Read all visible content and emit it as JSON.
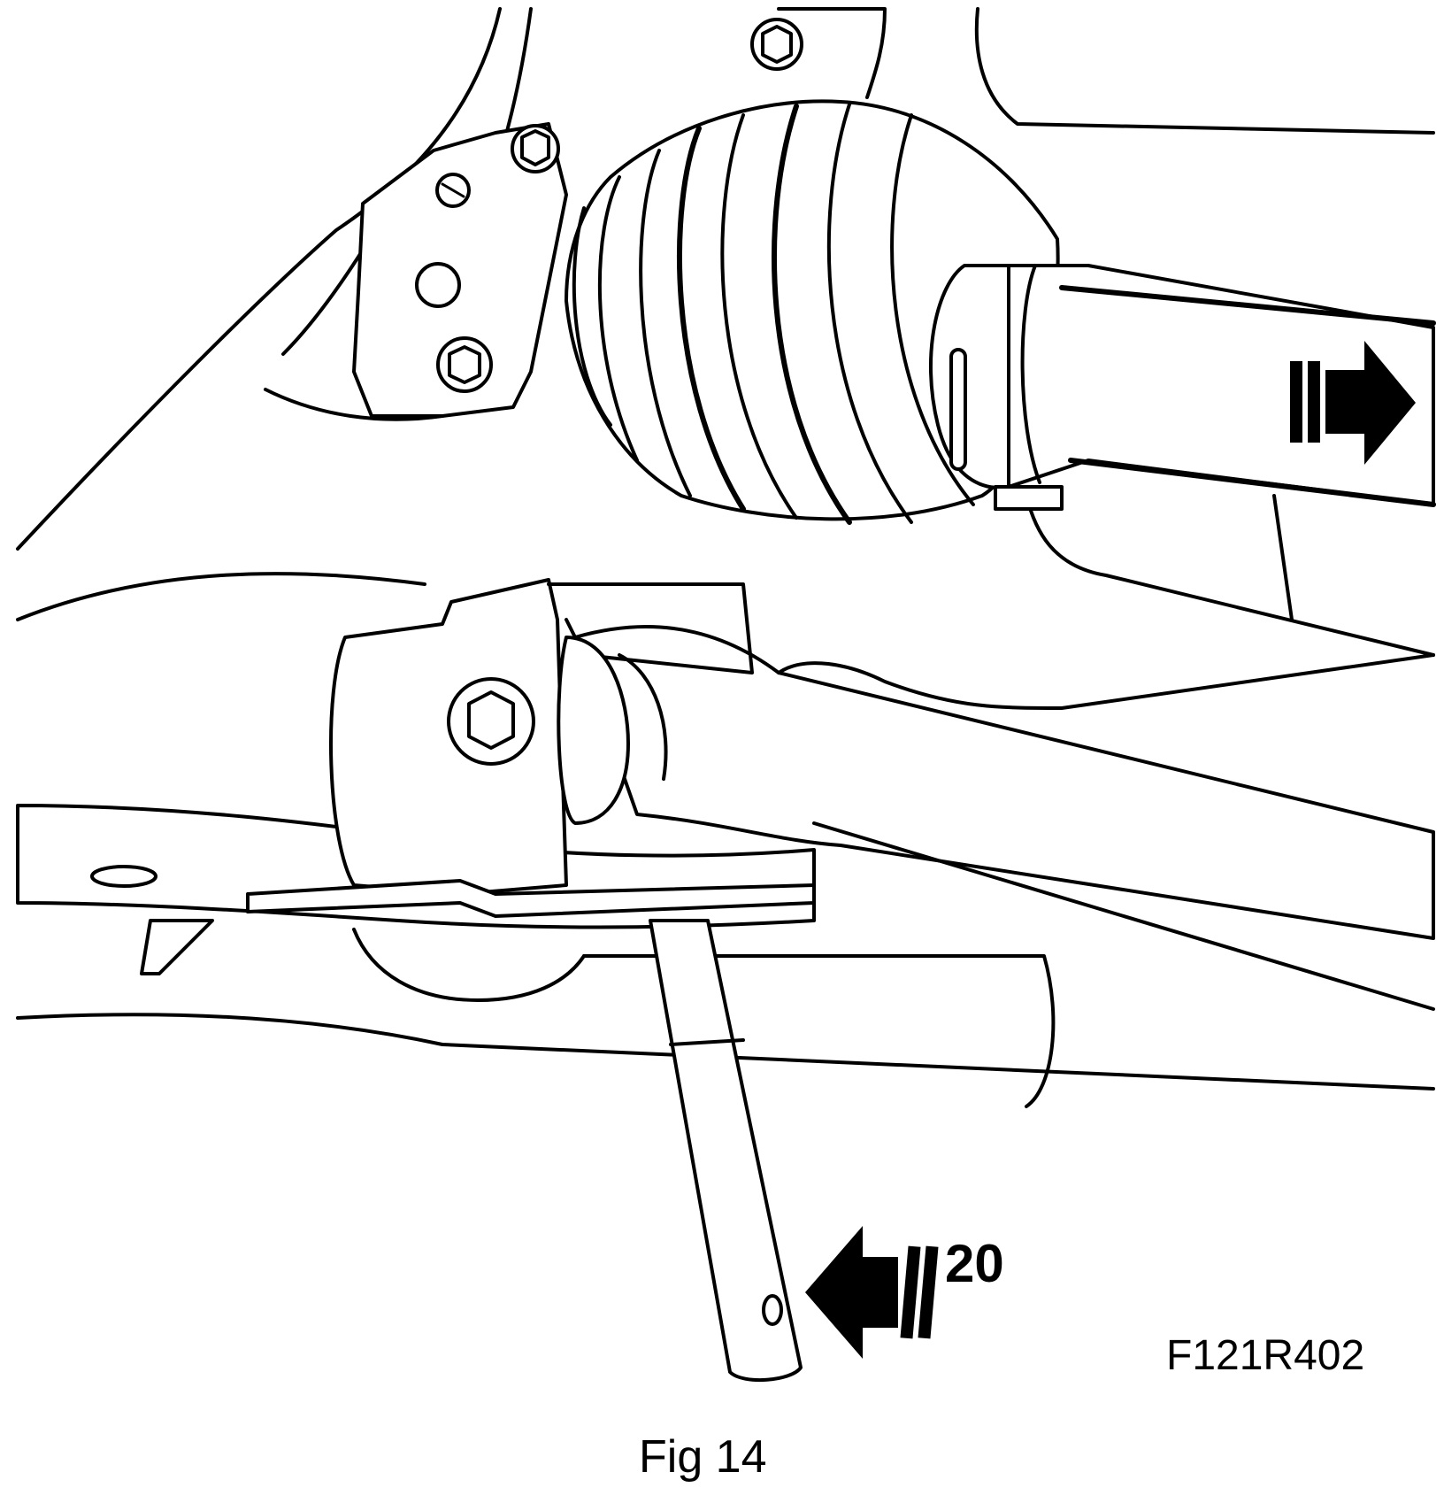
{
  "figure": {
    "callout_number": "20",
    "drawing_code": "F121R402",
    "caption": "Fig 14"
  },
  "icons": {
    "direction_arrow": "right-arrow-icon",
    "callout_arrow": "left-arrow-icon"
  },
  "colors": {
    "ink": "#000000",
    "paper": "#ffffff"
  }
}
